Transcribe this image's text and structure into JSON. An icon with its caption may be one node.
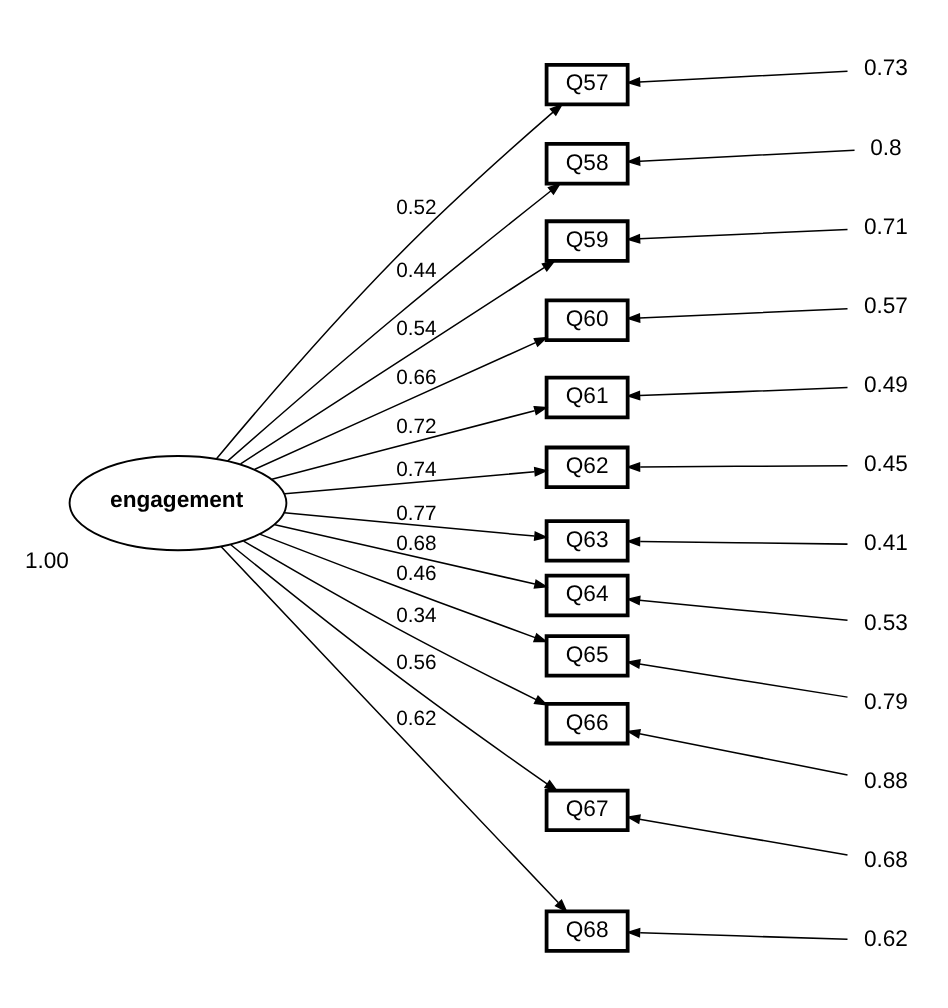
{
  "diagram": {
    "nodes": [
      {
        "text": [
          "engagement"
        ],
        "beside": [
          "1.00"
        ]
      },
      {
        "text": [
          "Q57"
        ]
      },
      {
        "text": [
          "Q58"
        ]
      },
      {
        "text": [
          "Q59"
        ]
      },
      {
        "text": [
          "Q60"
        ]
      },
      {
        "text": [
          "Q61"
        ]
      },
      {
        "text": [
          "Q62"
        ]
      },
      {
        "text": [
          "Q63"
        ]
      },
      {
        "text": [
          "Q64"
        ]
      },
      {
        "text": [
          "Q65"
        ]
      },
      {
        "text": [
          "Q66"
        ]
      },
      {
        "text": [
          "Q67"
        ]
      },
      {
        "text": [
          "Q68"
        ]
      }
    ],
    "edges": [
      {
        "from": 0,
        "to": 1,
        "arrow": "to",
        "label": "0.52"
      },
      {
        "from": 0,
        "to": 2,
        "arrow": "to",
        "label": "0.44"
      },
      {
        "from": 0,
        "to": 3,
        "arrow": "to",
        "label": "0.54"
      },
      {
        "from": 0,
        "to": 4,
        "arrow": "to",
        "label": "0.66"
      },
      {
        "from": 0,
        "to": 5,
        "arrow": "to",
        "label": "0.72"
      },
      {
        "from": 0,
        "to": 6,
        "arrow": "to",
        "label": "0.74"
      },
      {
        "from": 0,
        "to": 7,
        "arrow": "to",
        "label": "0.77"
      },
      {
        "from": 0,
        "to": 8,
        "arrow": "to",
        "label": "0.68"
      },
      {
        "from": 0,
        "to": 9,
        "arrow": "to",
        "label": "0.46"
      },
      {
        "from": 0,
        "to": 10,
        "arrow": "to",
        "label": "0.34"
      },
      {
        "from": 0,
        "to": 11,
        "arrow": "to",
        "label": "0.56"
      },
      {
        "from": 0,
        "to": 12,
        "arrow": "to",
        "label": "0.62"
      },
      {
        "from": null,
        "to": 1,
        "arrow": "to",
        "label": "0.73"
      },
      {
        "from": null,
        "to": 2,
        "arrow": "to",
        "label": "0.8"
      },
      {
        "from": null,
        "to": 3,
        "arrow": "to",
        "label": "0.71"
      },
      {
        "from": null,
        "to": 4,
        "arrow": "to",
        "label": "0.57"
      },
      {
        "from": null,
        "to": 5,
        "arrow": "to",
        "label": "0.49"
      },
      {
        "from": null,
        "to": 6,
        "arrow": "to",
        "label": "0.45"
      },
      {
        "from": null,
        "to": 7,
        "arrow": "to",
        "label": "0.41"
      },
      {
        "from": null,
        "to": 8,
        "arrow": "to",
        "label": "0.53"
      },
      {
        "from": null,
        "to": 9,
        "arrow": "to",
        "label": "0.79"
      },
      {
        "from": null,
        "to": 10,
        "arrow": "to",
        "label": "0.88"
      },
      {
        "from": null,
        "to": 11,
        "arrow": "to",
        "label": "0.68"
      },
      {
        "from": null,
        "to": 12,
        "arrow": "to",
        "label": "0.62"
      }
    ]
  }
}
